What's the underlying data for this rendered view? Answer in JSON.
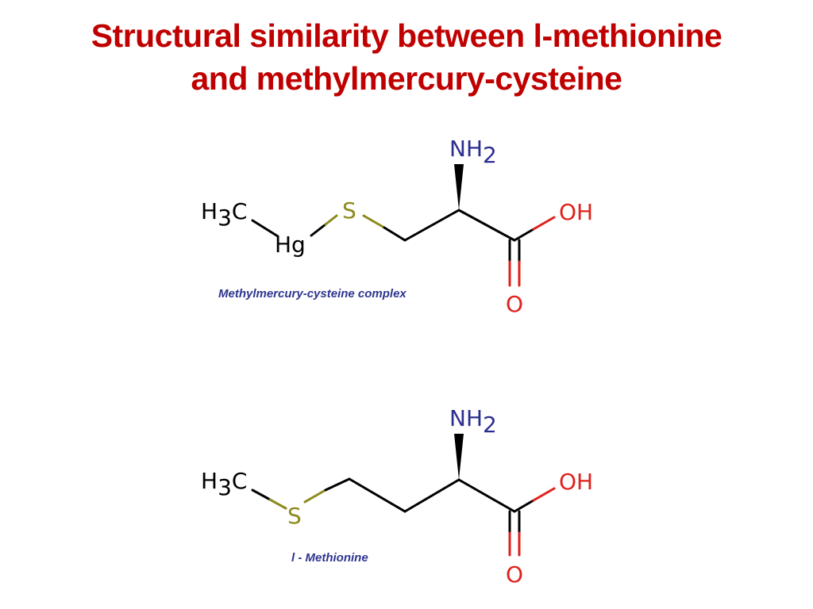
{
  "slide": {
    "title_line1": "Structural similarity between l-methionine",
    "title_line2": "and methylmercury-cysteine"
  },
  "colors": {
    "title": "#c00000",
    "carbon": "#000000",
    "nitrogen": "#2b2d8f",
    "oxygen": "#e0201b",
    "sulfur": "#8c8a1c",
    "caption": "#2e3590",
    "bond": "#000000"
  },
  "molecules": [
    {
      "id": "methylmercury-cysteine",
      "caption": "Methylmercury-cysteine complex",
      "atoms": {
        "methyl_main": "H",
        "methyl_sub": "3",
        "methyl_tail": "C",
        "mercury": "Hg",
        "sulfur": "S",
        "amine_main": "NH",
        "amine_sub": "2",
        "hydroxyl": "OH",
        "carbonyl_oxygen": "O"
      }
    },
    {
      "id": "l-methionine",
      "caption": "l - Methionine",
      "atoms": {
        "methyl_main": "H",
        "methyl_sub": "3",
        "methyl_tail": "C",
        "sulfur": "S",
        "amine_main": "NH",
        "amine_sub": "2",
        "hydroxyl": "OH",
        "carbonyl_oxygen": "O"
      }
    }
  ]
}
